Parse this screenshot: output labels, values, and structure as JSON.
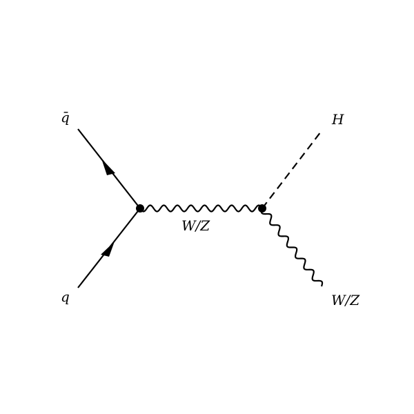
{
  "labels": {
    "antiquark": "q̄",
    "quark": "q",
    "propagator": "W/Z",
    "higgs": "H",
    "outgoing_boson": "W/Z"
  },
  "colors": {
    "stroke": "#000000",
    "background": "#ffffff"
  }
}
